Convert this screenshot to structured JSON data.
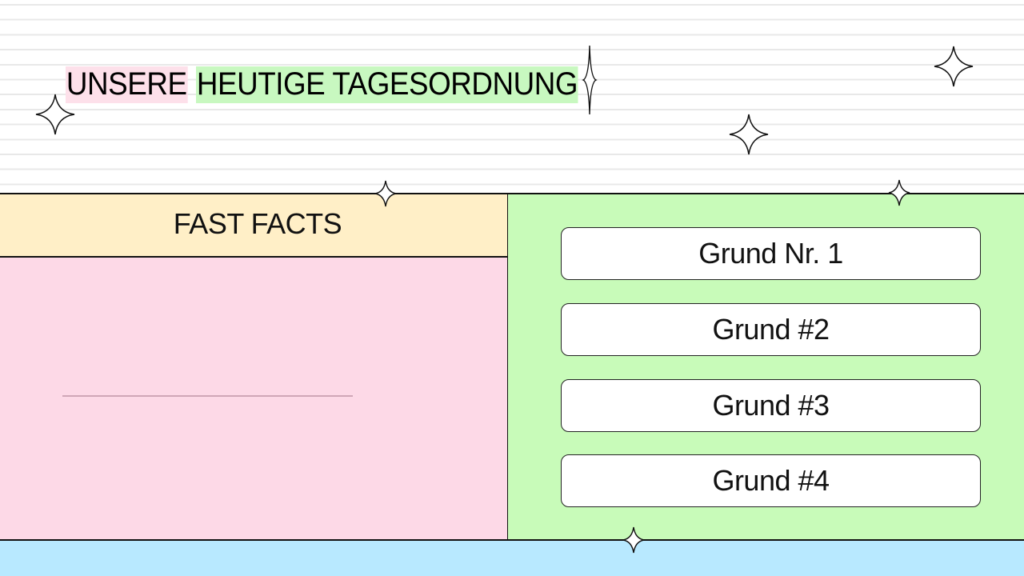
{
  "slide": {
    "title_part1": "UNSERE",
    "title_part2": "HEUTIGE TAGESORDNUNG",
    "colors": {
      "title_highlight_pink": "#fde0ea",
      "title_highlight_green": "#c8f8c0",
      "facts_header_bg": "#ffefc7",
      "facts_body_bg": "#fdd9e7",
      "reasons_panel_bg": "#c8fbb9",
      "bottom_strip_bg": "#b8e9ff",
      "outline": "#111111"
    }
  },
  "facts": {
    "heading": "FAST FACTS",
    "body_text": ""
  },
  "reasons": [
    {
      "label": "Grund Nr. 1"
    },
    {
      "label": "Grund #2"
    },
    {
      "label": "Grund #3"
    },
    {
      "label": "Grund #4"
    }
  ],
  "decorations": {
    "icon": "sparkle-icon",
    "count": 7
  }
}
